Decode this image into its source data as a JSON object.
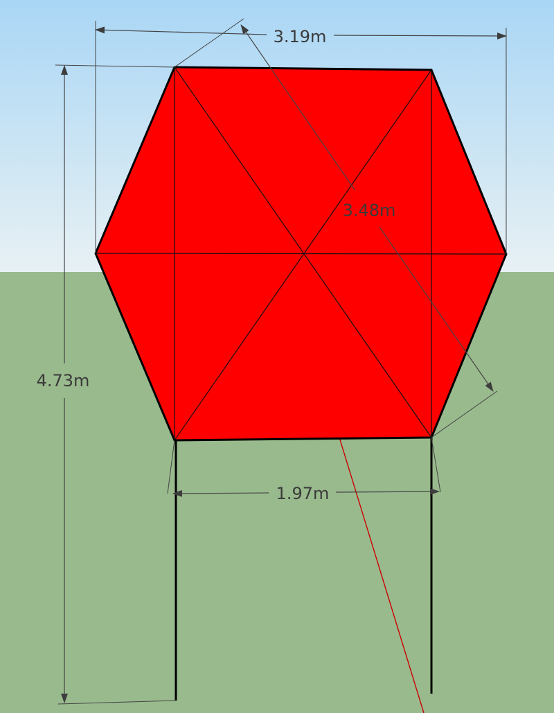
{
  "colors": {
    "sky_top": "#a9d6f5",
    "sky_bottom": "#e8f1f4",
    "ground": "#99ba8d",
    "panel_fill": "#ff0000",
    "edge": "#000000",
    "dimension": "#444444",
    "axis_line": "#cc0000"
  },
  "dimensions": {
    "top_width": "3.19m",
    "diagonal": "3.48m",
    "total_height": "4.73m",
    "post_spacing": "1.97m"
  },
  "icons": {
    "arrowhead": "arrowhead-icon"
  }
}
